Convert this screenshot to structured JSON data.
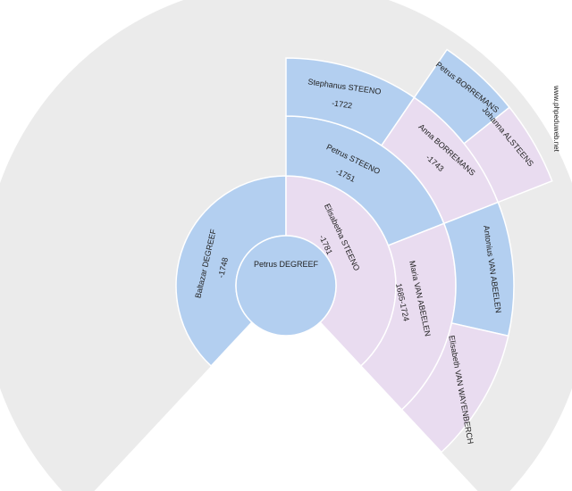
{
  "watermark": "www.phpeduweb.net",
  "colors": {
    "background_ring": "#ebebeb",
    "male": "#b3cff0",
    "female": "#e9dcf0",
    "separator": "#ffffff"
  },
  "root": {
    "name": "Petrus DEGREEF",
    "sex": "male"
  },
  "ring1": [
    {
      "name": "Baltazar DEGREEF",
      "dates": "-1748",
      "sex": "male"
    },
    {
      "name": "Elisabetha STEENO",
      "dates": "-1781",
      "sex": "female"
    }
  ],
  "ring2": [
    {
      "name": "Petrus STEENO",
      "dates": "-1751",
      "sex": "male"
    },
    {
      "name": "Maria VAN ABEELEN",
      "dates": "1685-1724",
      "sex": "female"
    }
  ],
  "ring3": [
    {
      "name": "Stephanus STEENO",
      "dates": "-1722",
      "sex": "male"
    },
    {
      "name": "Anna BORREMANS",
      "dates": "-1743",
      "sex": "female"
    },
    {
      "name": "Antonius VAN ABEELEN",
      "dates": "",
      "sex": "male"
    },
    {
      "name": "Elisabeth VAN WAYENBERCH",
      "dates": "",
      "sex": "female"
    }
  ],
  "ring4": [
    {
      "name": "Petrus BORREMANS",
      "dates": "",
      "sex": "male"
    },
    {
      "name": "Johanna ALSTEENS",
      "dates": "",
      "sex": "female"
    }
  ]
}
